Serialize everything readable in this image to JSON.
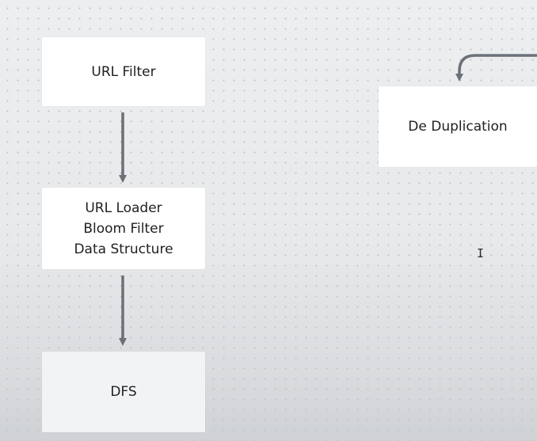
{
  "diagram": {
    "nodes": [
      {
        "id": "url_filter",
        "lines": [
          "URL Filter"
        ]
      },
      {
        "id": "url_loader",
        "lines": [
          "URL Loader",
          "Bloom Filter",
          "Data Structure"
        ]
      },
      {
        "id": "dfs",
        "lines": [
          "DFS"
        ]
      },
      {
        "id": "dedup",
        "lines": [
          "De Duplication"
        ]
      }
    ],
    "edges": [
      {
        "from": "url_filter",
        "to": "url_loader"
      },
      {
        "from": "url_loader",
        "to": "dfs"
      },
      {
        "from": "offscreen",
        "to": "dedup"
      }
    ],
    "colors": {
      "background": "#e9ebed",
      "node": "#ffffff",
      "arrow": "#6b7178"
    }
  }
}
